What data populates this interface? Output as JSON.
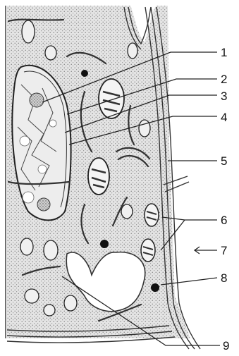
{
  "labels": [
    "1",
    "2",
    "3",
    "4",
    "5",
    "6",
    "7",
    "8",
    "9"
  ],
  "colors": {
    "ink": "#222222",
    "cytoplasm": "#d9d9d9",
    "vacuole": "#ffffff",
    "background": "#ffffff"
  }
}
